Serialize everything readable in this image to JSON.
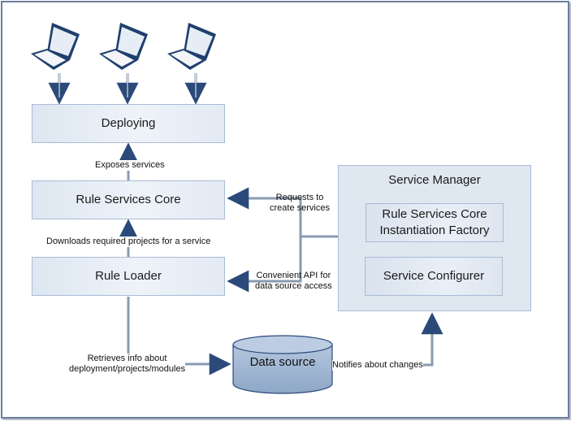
{
  "diagram": {
    "clients": [
      {
        "icon": "laptop-icon"
      },
      {
        "icon": "laptop-icon"
      },
      {
        "icon": "laptop-icon"
      }
    ],
    "nodes": {
      "deploying": "Deploying",
      "rule_services_core": "Rule Services Core",
      "rule_loader": "Rule Loader",
      "service_manager": "Service Manager",
      "instantiation_factory_line1": "Rule Services Core",
      "instantiation_factory_line2": "Instantiation Factory",
      "service_configurer": "Service Configurer",
      "data_source": "Data source"
    },
    "edge_labels": {
      "exposes": "Exposes services",
      "downloads": "Downloads required projects for a service",
      "requests_line1": "Requests to",
      "requests_line2": "create services",
      "convenient_line1": "Convenient API for",
      "convenient_line2": "data source access",
      "retrieves_line1": "Retrieves info about",
      "retrieves_line2": "deployment/projects/modules",
      "notifies": "Notifies about changes"
    },
    "colors": {
      "arrow": "#2b4a7a",
      "box_border": "#a9bcd6",
      "box_fill": "#e6edf6",
      "frame": "#6b7f9c"
    }
  }
}
